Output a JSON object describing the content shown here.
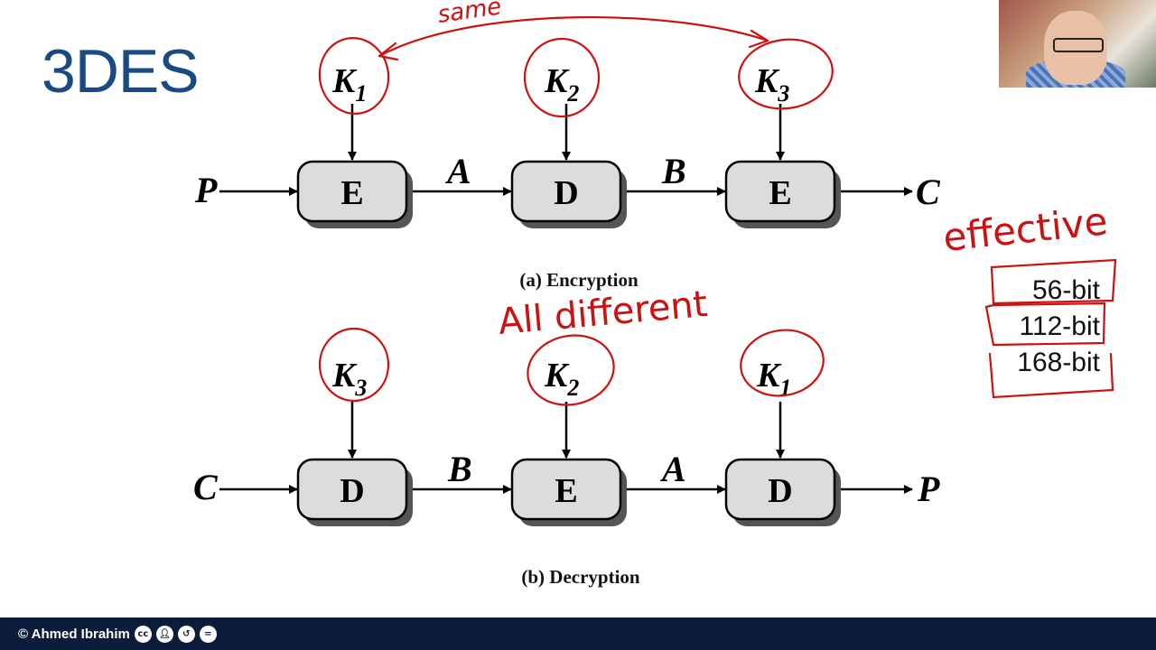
{
  "slide": {
    "title": "3DES"
  },
  "encryption": {
    "input": "P",
    "output": "C",
    "intermediate": [
      "A",
      "B"
    ],
    "stages": [
      {
        "op": "E",
        "key_letter": "K",
        "key_sub": "1"
      },
      {
        "op": "D",
        "key_letter": "K",
        "key_sub": "2"
      },
      {
        "op": "E",
        "key_letter": "K",
        "key_sub": "3"
      }
    ],
    "caption": "(a) Encryption"
  },
  "decryption": {
    "input": "C",
    "output": "P",
    "intermediate": [
      "B",
      "A"
    ],
    "stages": [
      {
        "op": "D",
        "key_letter": "K",
        "key_sub": "3"
      },
      {
        "op": "E",
        "key_letter": "K",
        "key_sub": "2"
      },
      {
        "op": "D",
        "key_letter": "K",
        "key_sub": "1"
      }
    ],
    "caption": "(b) Decryption"
  },
  "annotations": {
    "same": "same",
    "all_different": "All different",
    "effective": "effective",
    "options": [
      "56-bit",
      "112-bit",
      "168-bit"
    ],
    "color": "#cc1111"
  },
  "footer": {
    "credit": "© Ahmed Ibrahim",
    "license_icons": [
      "cc-icon",
      "by-icon",
      "sa-icon",
      "nd-icon"
    ]
  }
}
